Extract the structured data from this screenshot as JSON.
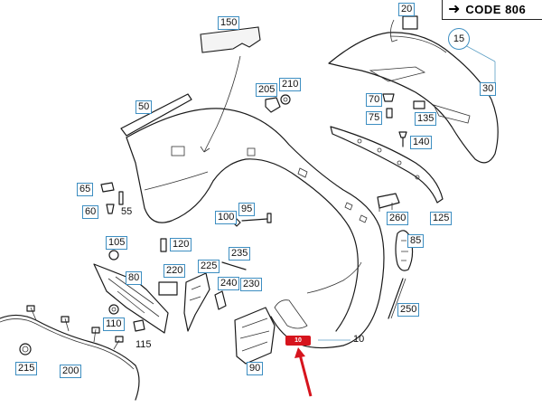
{
  "code_box": {
    "arrow_icon": "right-arrow-icon",
    "label": "CODE 806"
  },
  "callouts": {
    "c10": "10",
    "c15": "15",
    "c20": "20",
    "c30": "30",
    "c50": "50",
    "c55": "55",
    "c60": "60",
    "c65": "65",
    "c70": "70",
    "c75": "75",
    "c80": "80",
    "c85": "85",
    "c90": "90",
    "c95": "95",
    "c100": "100",
    "c105": "105",
    "c110": "110",
    "c115": "115",
    "c120": "120",
    "c125": "125",
    "c135": "135",
    "c140": "140",
    "c150": "150",
    "c200": "200",
    "c205": "205",
    "c210": "210",
    "c215": "215",
    "c220": "220",
    "c225": "225",
    "c230": "230",
    "c235": "235",
    "c240": "240",
    "c250": "250",
    "c260": "260"
  },
  "highlight": {
    "color": "#d6141d",
    "label": "10"
  },
  "colors": {
    "callout_border": "#3d8ec1",
    "highlight": "#d6141d"
  }
}
